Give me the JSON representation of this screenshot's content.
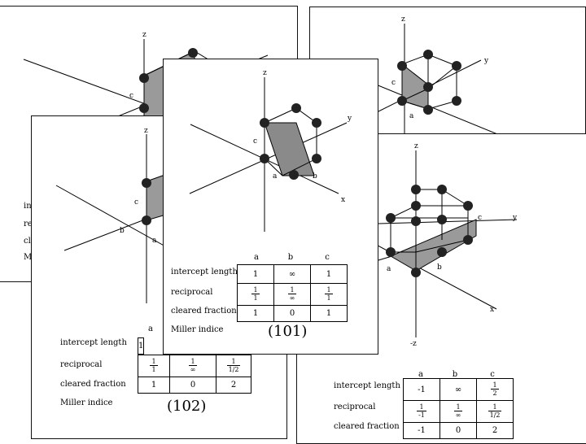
{
  "axes": {
    "x": "x",
    "y": "y",
    "z": "z",
    "neg_z": "-z",
    "a": "a",
    "b": "b",
    "c": "c"
  },
  "columns": [
    "a",
    "b",
    "c"
  ],
  "row_labels": {
    "intercept": "intercept length",
    "reciprocal": "reciprocal",
    "cleared": "cleared fraction",
    "cleared_alt": "cleared fraction",
    "miller": "Miller indice"
  },
  "partial_labels": [
    "in",
    "re",
    "cl",
    "M"
  ],
  "slide101": {
    "intercept": [
      "1",
      "∞",
      "1"
    ],
    "reciprocal": [
      [
        "1",
        "1"
      ],
      [
        "1",
        "∞"
      ],
      [
        "1",
        "1"
      ]
    ],
    "cleared": [
      "1",
      "0",
      "1"
    ],
    "miller": "(101)"
  },
  "slide102": {
    "intercept_first": "1",
    "reciprocal": [
      [
        "1",
        "1"
      ],
      [
        "1",
        "∞"
      ],
      [
        "1",
        "1/2"
      ]
    ],
    "cleared": [
      "1",
      "0",
      "2"
    ],
    "miller": "(102)"
  },
  "slideRight": {
    "intercept": [
      "-1",
      "∞",
      "1",
      "2"
    ],
    "reciprocal": [
      [
        "1",
        "-1"
      ],
      [
        "1",
        "∞"
      ],
      [
        "1",
        "1/2"
      ]
    ],
    "cleared": [
      "-1",
      "0",
      "2"
    ]
  },
  "colors": {
    "plane": "#8a8a8a",
    "atom": "#222222",
    "line": "#000000"
  }
}
